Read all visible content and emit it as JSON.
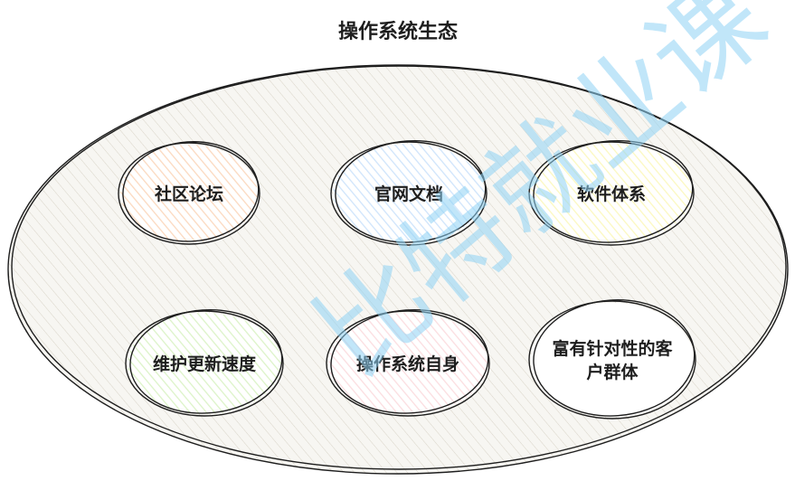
{
  "title": "操作系统生态",
  "colors": {
    "outline": "#1e1e1e",
    "outer_fill_hatch": "#e8e4da",
    "watermark": "#8fd3f5"
  },
  "watermark": "比特就业课",
  "nodes": [
    {
      "id": "community",
      "lines": [
        "社区论坛"
      ],
      "fill": "#fbd9bf",
      "stroke": "#1e1e1e"
    },
    {
      "id": "docs",
      "lines": [
        "官网文档"
      ],
      "fill": "#cfe4fb",
      "stroke": "#1e1e1e"
    },
    {
      "id": "software",
      "lines": [
        "软件体系"
      ],
      "fill": "#fbf8c0",
      "stroke": "#1e1e1e"
    },
    {
      "id": "update",
      "lines": [
        "维护更新速度"
      ],
      "fill": "#dcf3c8",
      "stroke": "#1e1e1e"
    },
    {
      "id": "os-itself",
      "lines": [
        "操作系统自身"
      ],
      "fill": "#fbdde0",
      "stroke": "#1e1e1e"
    },
    {
      "id": "users",
      "lines": [
        "富有针对性的客",
        "户群体"
      ],
      "fill": "#ffffff",
      "stroke": "#6cbf5a"
    }
  ]
}
